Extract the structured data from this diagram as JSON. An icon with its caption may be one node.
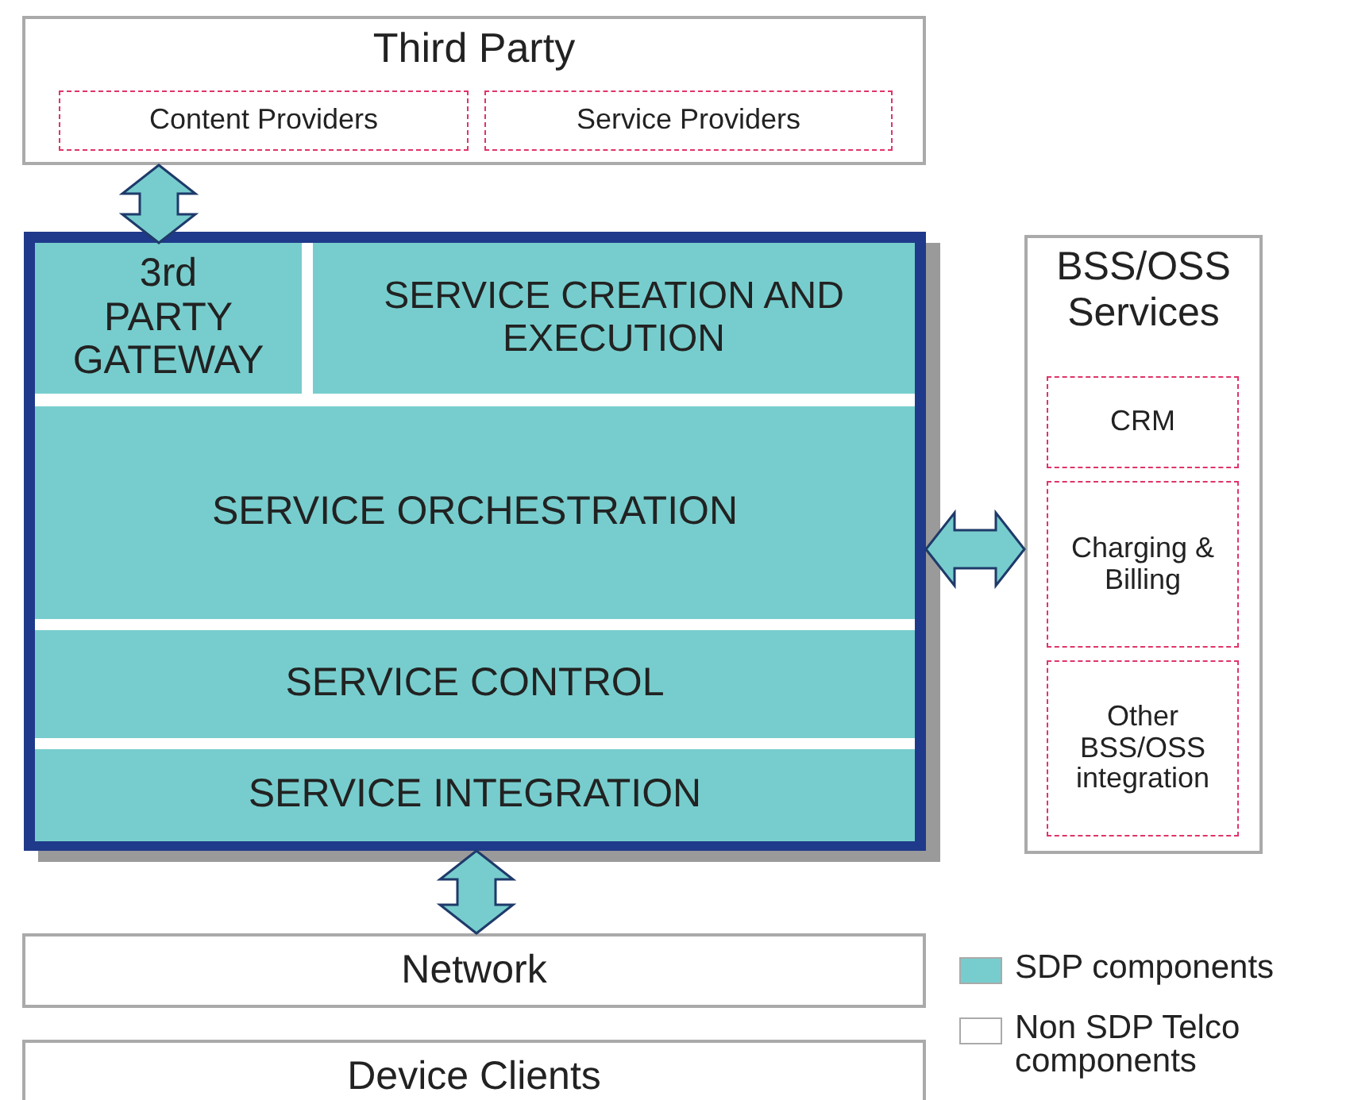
{
  "diagram": {
    "nodes": [
      {
        "text": [
          "Third Party"
        ]
      },
      {
        "text": [
          "Content Providers"
        ],
        "in": 0
      },
      {
        "text": [
          "Service Providers"
        ],
        "in": 0
      },
      {
        "text": [],
        "shape": "box"
      },
      {
        "text": [
          "3rd PARTY GATEWAY"
        ],
        "in": 3
      },
      {
        "text": [
          "SERVICE CREATION AND EXECUTION"
        ],
        "in": 3
      },
      {
        "text": [
          "SERVICE ORCHESTRATION"
        ],
        "in": 3
      },
      {
        "text": [
          "SERVICE CONTROL"
        ],
        "in": 3
      },
      {
        "text": [
          "SERVICE INTEGRATION"
        ],
        "in": 3
      },
      {
        "text": [
          "BSS/OSS Services"
        ]
      },
      {
        "text": [
          "CRM"
        ],
        "in": 9
      },
      {
        "text": [
          "Charging & Billing"
        ],
        "in": 9
      },
      {
        "text": [
          "Other BSS/OSS integration"
        ],
        "in": 9
      },
      {
        "text": [
          "Network"
        ]
      },
      {
        "text": [
          "Device Clients"
        ]
      }
    ],
    "edges": [
      {
        "from": 0,
        "to": 4,
        "arrow": "both",
        "style": "thick"
      },
      {
        "from": 3,
        "to": 9,
        "arrow": "both",
        "style": "thick"
      },
      {
        "from": 3,
        "to": 13,
        "arrow": "both",
        "style": "thick"
      }
    ],
    "legend": [
      {
        "text": "SDP components",
        "color": "#77cdcd"
      },
      {
        "text": "Non SDP Telco components",
        "color": "#ffffff"
      }
    ]
  }
}
